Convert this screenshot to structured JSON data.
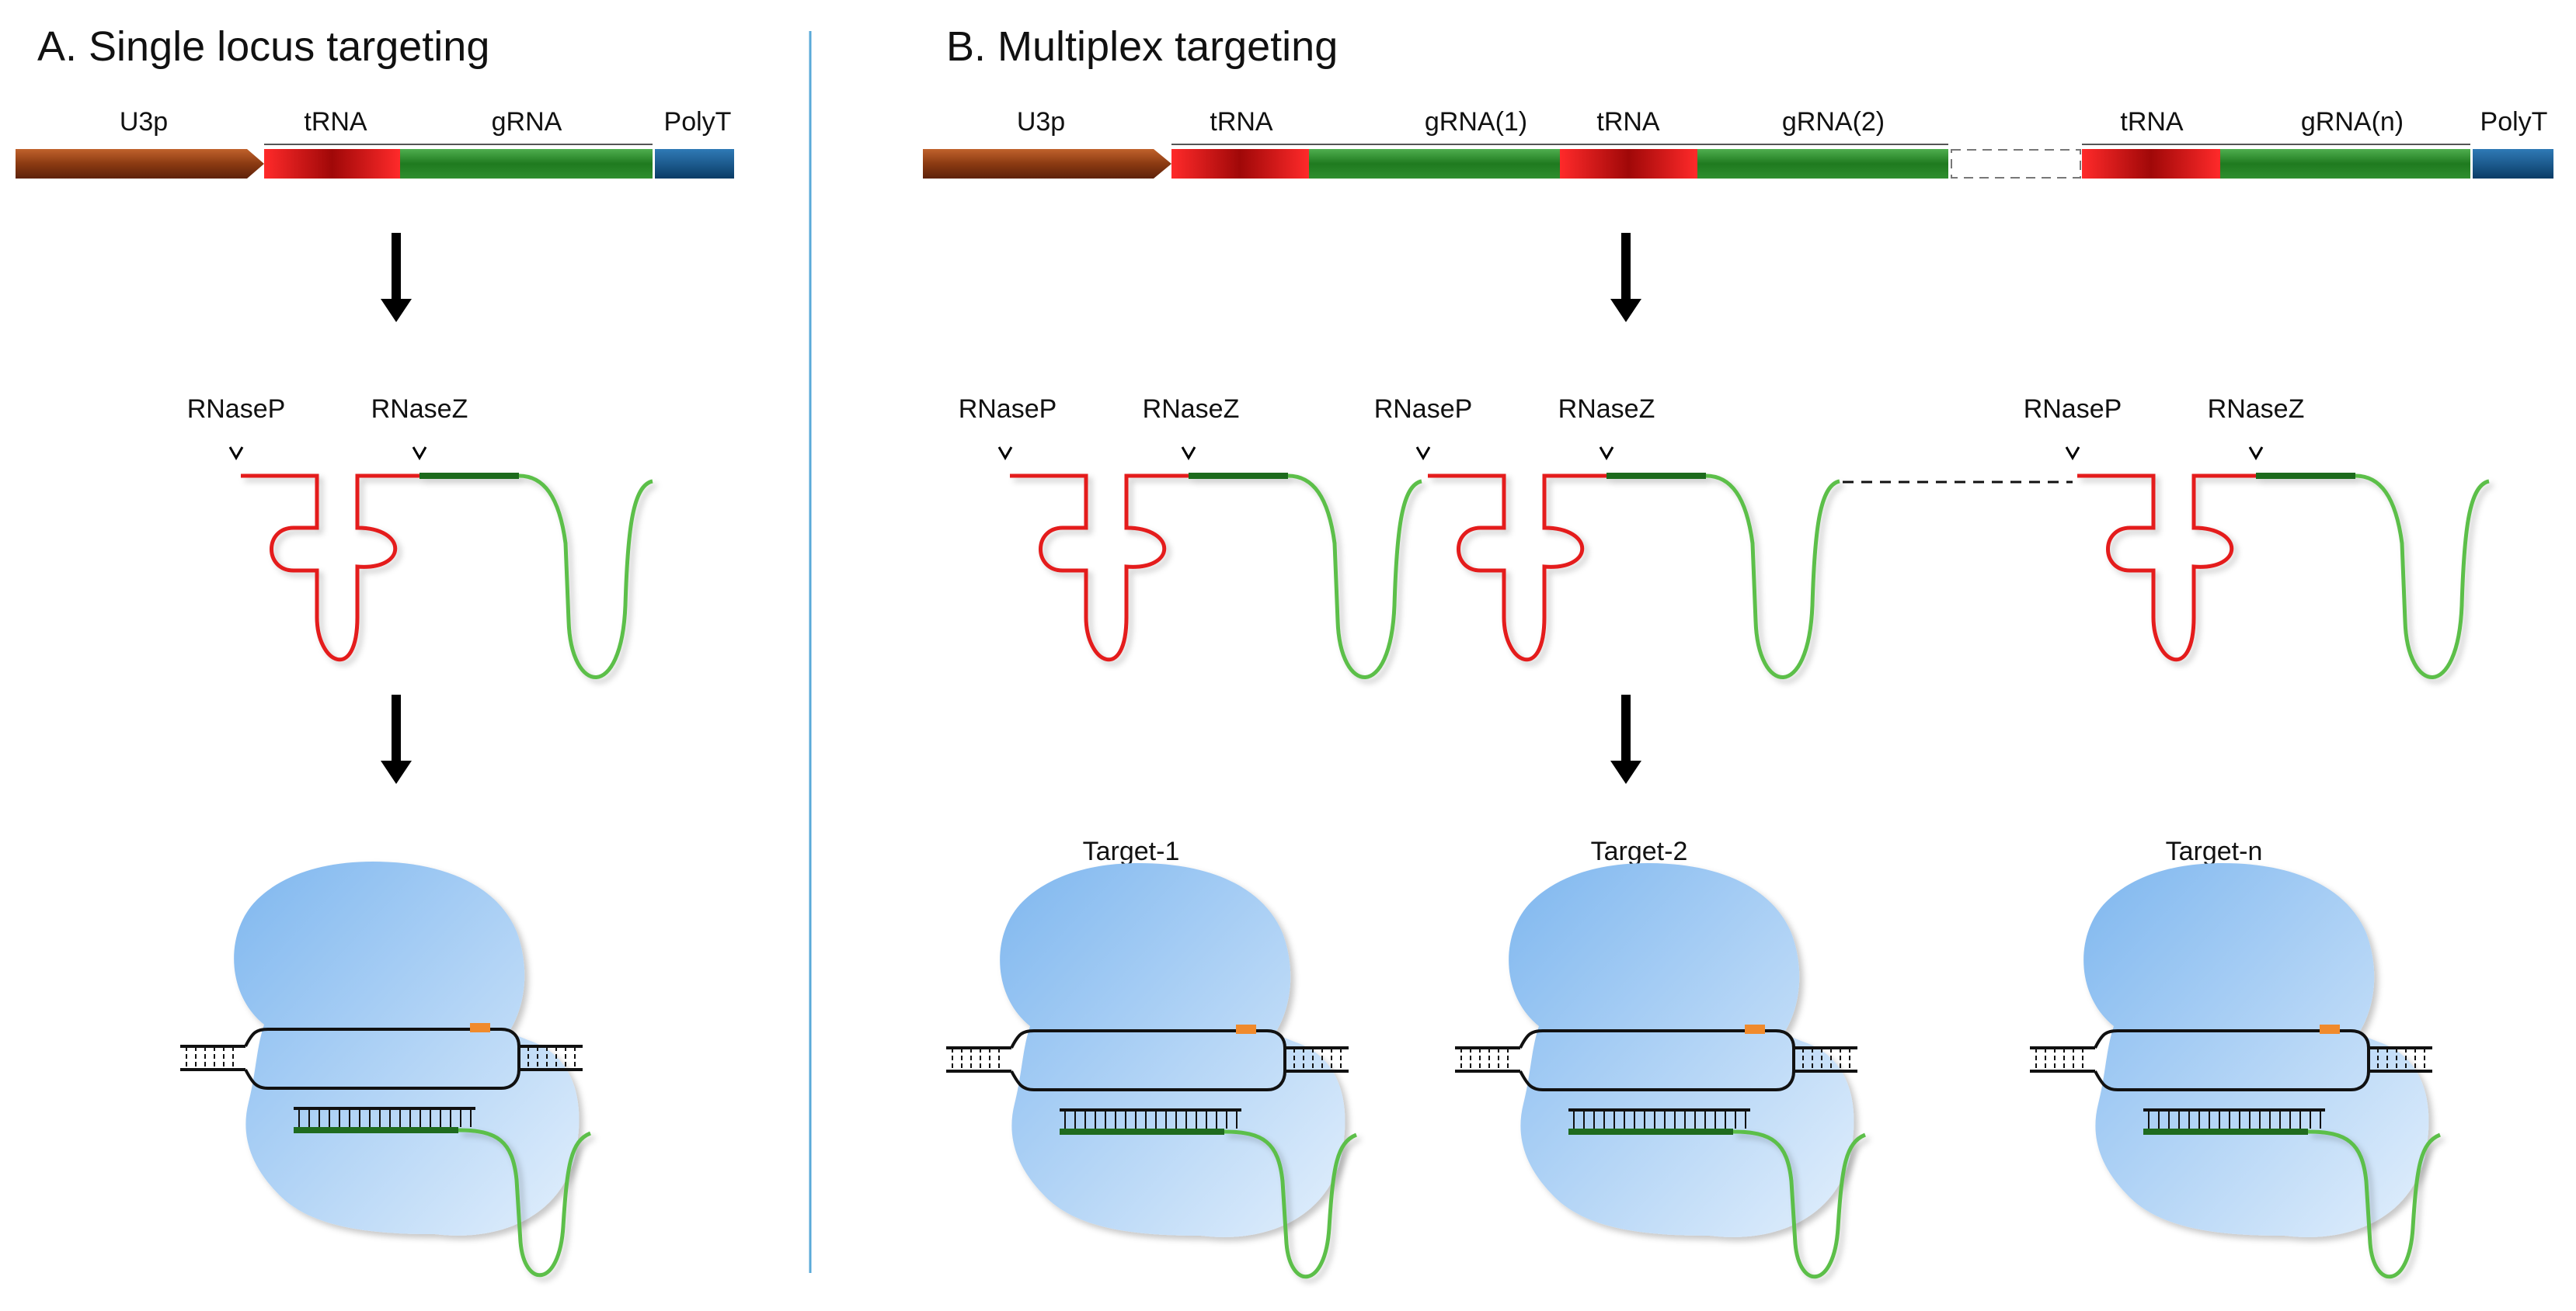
{
  "panel_a": {
    "title": "A. Single locus targeting",
    "construct": {
      "promoter": "U3p",
      "trna": "tRNA",
      "grna": "gRNA",
      "terminator": "PolyT"
    },
    "cleavage": {
      "rnase_p": "RNaseP",
      "rnase_z": "RNaseZ"
    }
  },
  "panel_b": {
    "title": "B. Multiplex targeting",
    "construct": {
      "promoter": "U3p",
      "trna_1": "tRNA",
      "grna_1": "gRNA(1)",
      "trna_2": "tRNA",
      "grna_2": "gRNA(2)",
      "trna_n": "tRNA",
      "grna_n": "gRNA(n)",
      "terminator": "PolyT"
    },
    "cleavage": [
      {
        "rnase_p": "RNaseP",
        "rnase_z": "RNaseZ"
      },
      {
        "rnase_p": "RNaseP",
        "rnase_z": "RNaseZ"
      },
      {
        "rnase_p": "RNaseP",
        "rnase_z": "RNaseZ"
      }
    ],
    "targets": [
      "Target-1",
      "Target-2",
      "Target-n"
    ]
  },
  "colors": {
    "promoter": "#8b3a12",
    "trna": "#e01616",
    "grna": "#2a8a2a",
    "polyt": "#0e4c7e",
    "trna_strand": "#e41a1a",
    "grna_spacer": "#1f6b1f",
    "grna_scaffold": "#5cbf4a",
    "cas9_body": "#a9cdf4",
    "pam": "#f08a2c",
    "divider": "#5aaad8"
  }
}
